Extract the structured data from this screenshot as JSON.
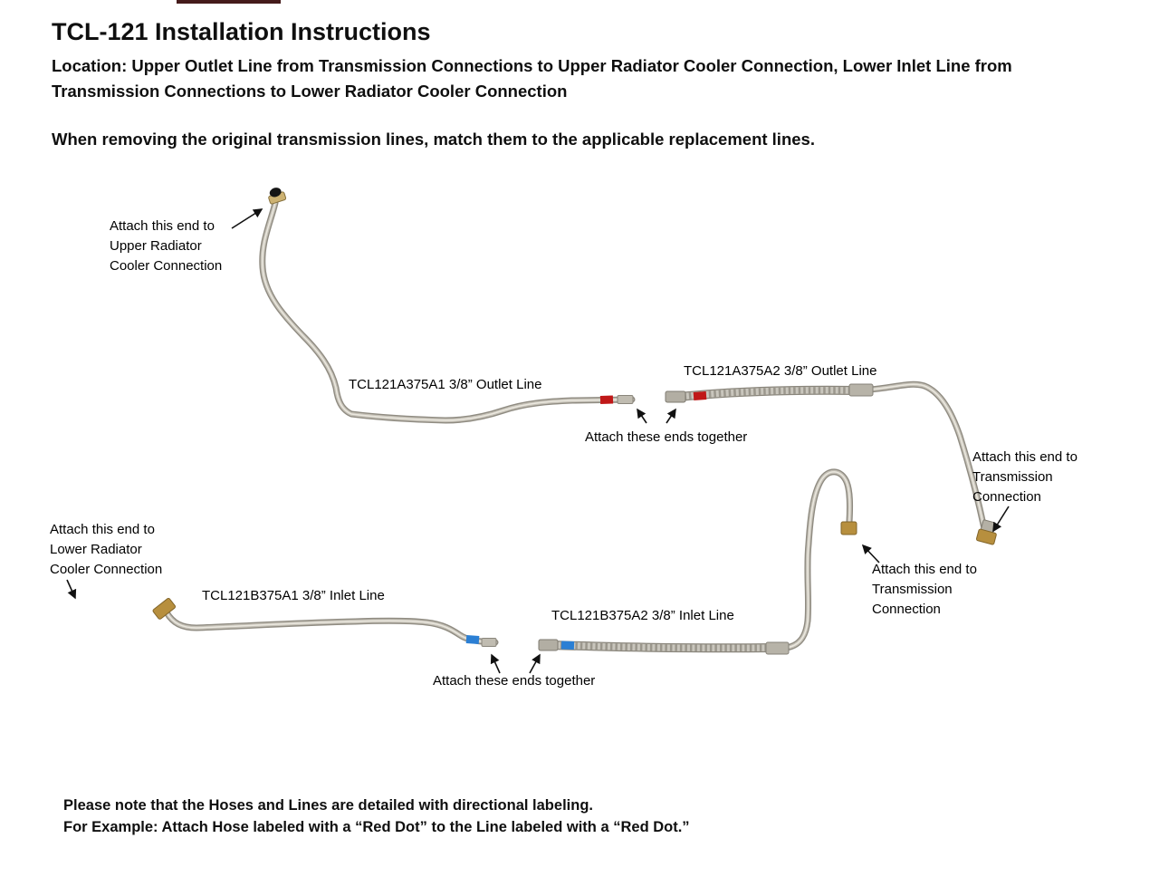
{
  "header": {
    "title": "TCL-121 Installation Instructions",
    "location": "Location: Upper Outlet Line from Transmission Connections to Upper Radiator Cooler Connection, Lower Inlet Line from Transmission Connections to Lower Radiator Cooler Connection",
    "intro": "When removing the original transmission lines, match them to the applicable replacement lines."
  },
  "diagram": {
    "labels": {
      "upper_radiator": "Attach this end to\nUpper Radiator\nCooler Connection",
      "outlet_a1": "TCL121A375A1 3/8” Outlet Line",
      "outlet_a2": "TCL121A375A2  3/8” Outlet Line",
      "attach_ends_top": "Attach these ends together",
      "trans_right": "Attach this end to\nTransmission\nConnection",
      "trans_mid": "Attach this end to\nTransmission\nConnection",
      "lower_radiator": "Attach this end to\nLower Radiator\nCooler Connection",
      "inlet_b1": "TCL121B375A1  3/8” Inlet Line",
      "inlet_b2": "TCL121B375A2  3/8” Inlet Line",
      "attach_ends_bottom": "Attach these ends together"
    },
    "colors": {
      "red_marker": "#c01818",
      "blue_marker": "#2b7fd4",
      "brass_fitting": "#b78f3e",
      "steel_tube": "#8f8b81"
    }
  },
  "notes": {
    "line1": "Please note that the Hoses and Lines are detailed with directional labeling.",
    "line2": "For Example: Attach Hose labeled with a “Red Dot” to the Line labeled with a “Red Dot.”"
  }
}
